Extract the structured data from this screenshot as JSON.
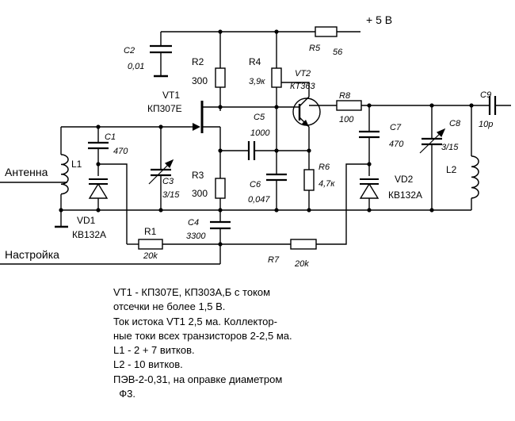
{
  "supply": {
    "label": "+ 5 В"
  },
  "inputs": {
    "antenna": "Антенна",
    "tuning": "Настройка"
  },
  "components": {
    "C1": {
      "ref": "C1",
      "value": "470"
    },
    "C2": {
      "ref": "C2",
      "value": "0,01"
    },
    "C3": {
      "ref": "C3",
      "value": "3/15"
    },
    "C4": {
      "ref": "C4",
      "value": "3300"
    },
    "C5": {
      "ref": "C5",
      "value": "1000"
    },
    "C6": {
      "ref": "C6",
      "value": "0,047"
    },
    "C7": {
      "ref": "C7",
      "value": "470"
    },
    "C8": {
      "ref": "C8",
      "value": "3/15"
    },
    "C9": {
      "ref": "C9",
      "value": "10p"
    },
    "R1": {
      "ref": "R1",
      "value": "20k"
    },
    "R2": {
      "ref": "R2",
      "value": "300"
    },
    "R3": {
      "ref": "R3",
      "value": "300"
    },
    "R4": {
      "ref": "R4",
      "value": "3,9к"
    },
    "R5": {
      "ref": "R5",
      "value": "56"
    },
    "R6": {
      "ref": "R6",
      "value": "4,7к"
    },
    "R7": {
      "ref": "R7",
      "value": "20k"
    },
    "R8": {
      "ref": "R8",
      "value": "100"
    },
    "VT1": {
      "ref": "VT1",
      "value": "КП307Е"
    },
    "VT2": {
      "ref": "VT2",
      "value": "КТ363"
    },
    "VD1": {
      "ref": "VD1",
      "value": "КВ132А"
    },
    "VD2": {
      "ref": "VD2",
      "value": "КВ132А"
    },
    "L1": {
      "ref": "L1"
    },
    "L2": {
      "ref": "L2"
    }
  },
  "notes": [
    "VT1 - КП307Е, КП303А,Б с током",
    "отсечки не более 1,5 В.",
    "Ток истока VT1  2,5 ма. Коллектор-",
    "ные токи всех транзисторов 2-2,5 ма.",
    "L1 - 2 + 7 витков.",
    "L2 - 10 витков.",
    "ПЭВ-2-0,31, на оправке диаметром",
    "  Ф3."
  ]
}
